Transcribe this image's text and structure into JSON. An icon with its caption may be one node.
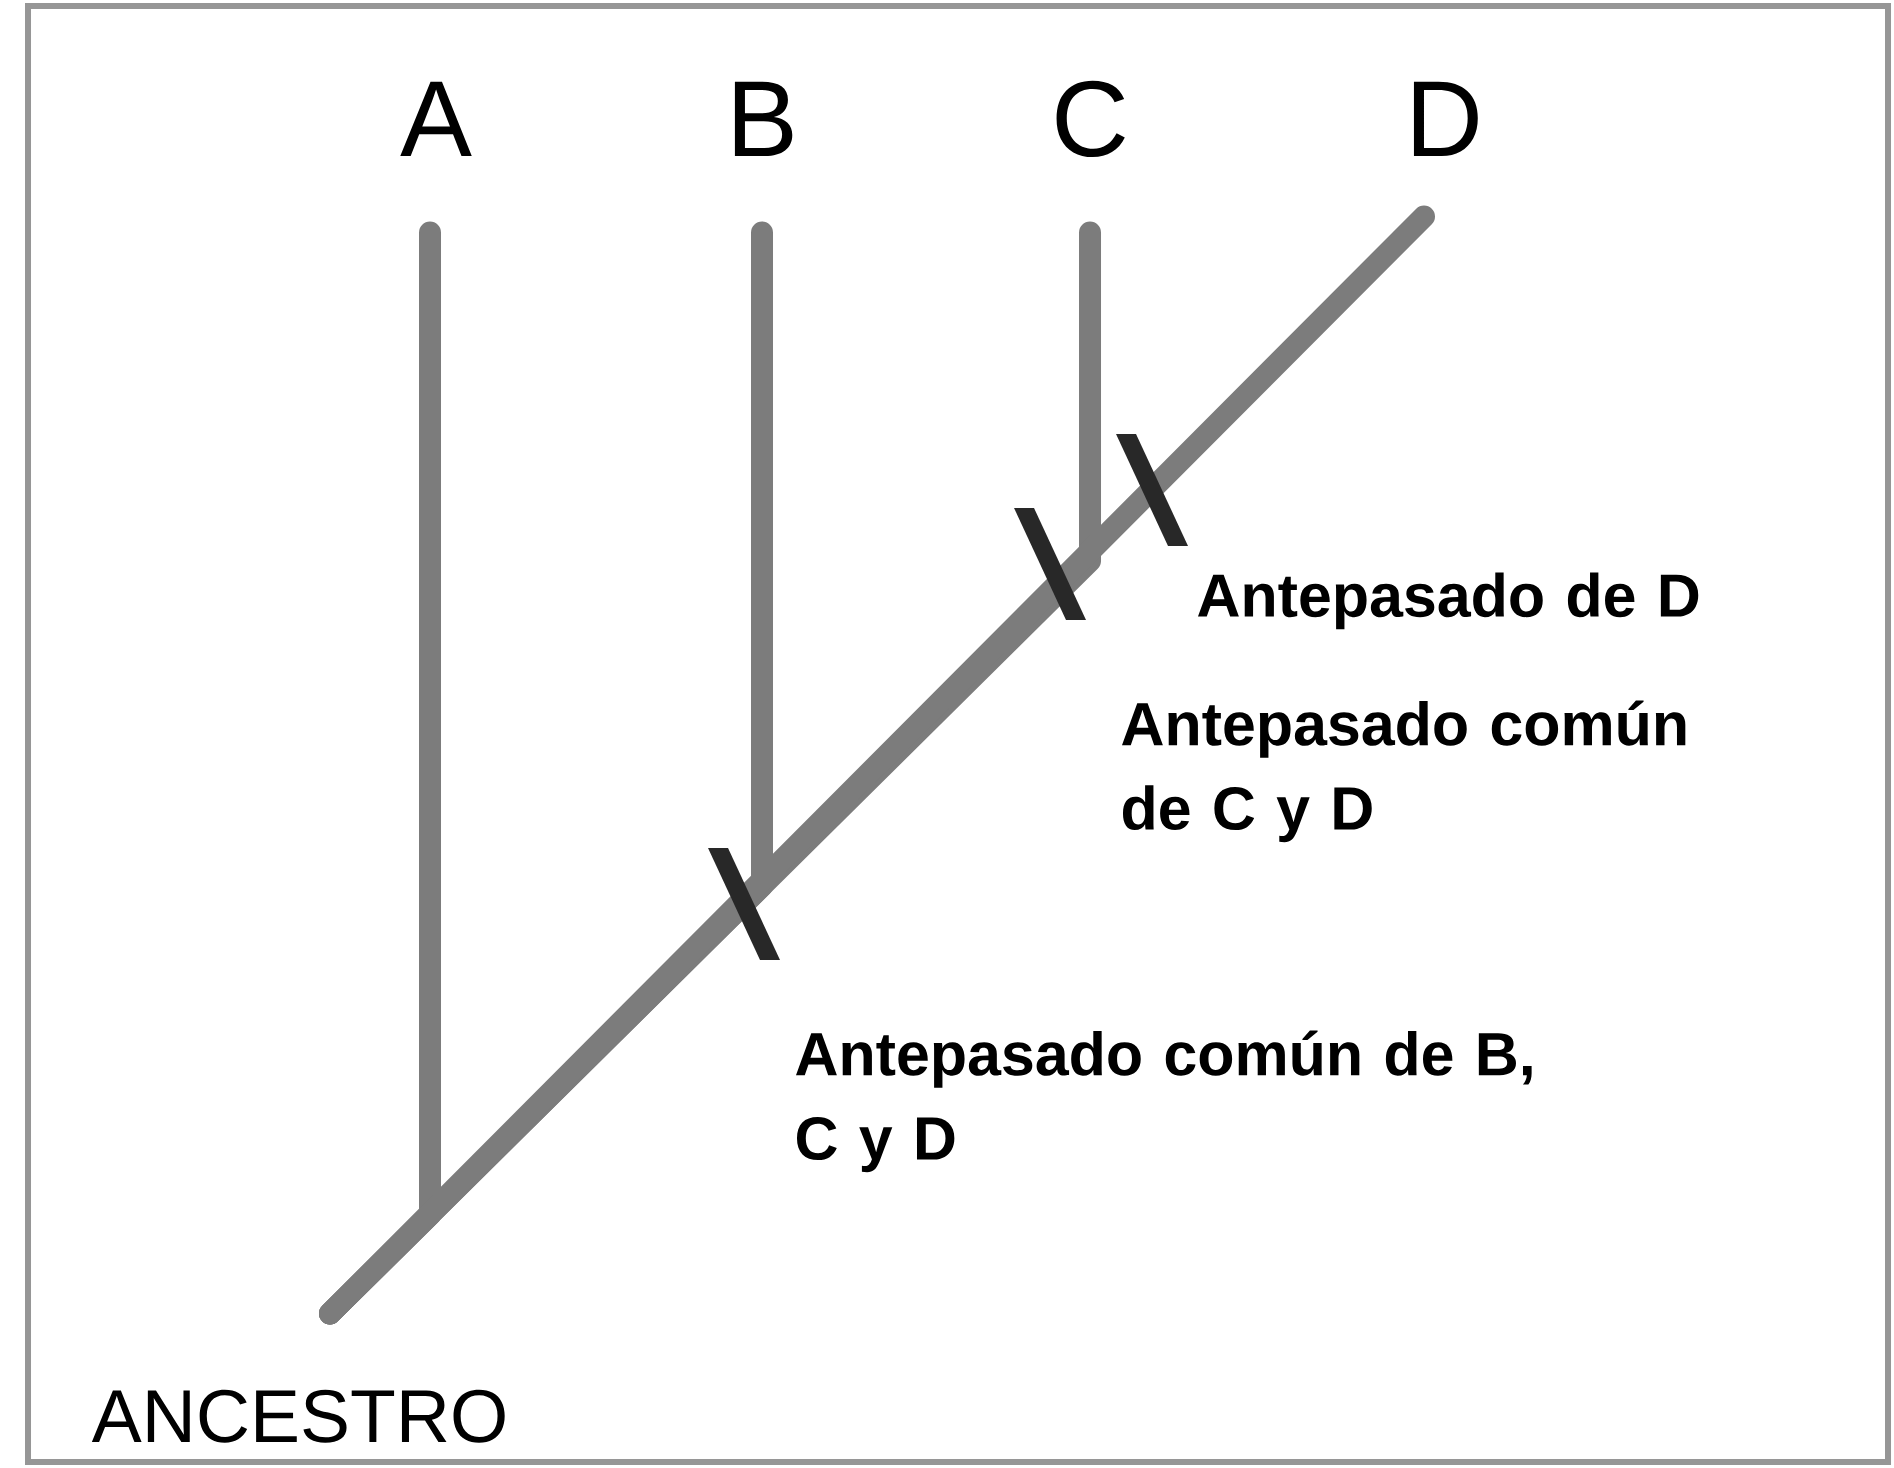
{
  "diagram": {
    "nodes": [
      {
        "text": [
          "A"
        ]
      },
      {
        "text": [
          "B"
        ]
      },
      {
        "text": [
          "C"
        ]
      },
      {
        "text": [
          "D"
        ]
      },
      {
        "text": [
          "ANCESTRO"
        ]
      }
    ],
    "edges": [
      {
        "from": 4,
        "to": 0,
        "arrow": "none"
      },
      {
        "from": 4,
        "to": 1,
        "arrow": "none"
      },
      {
        "from": 4,
        "to": 2,
        "arrow": "none"
      },
      {
        "from": 4,
        "to": 3,
        "arrow": "none"
      }
    ],
    "labels": [
      "Antepasado de D",
      "Antepasado común de C y D",
      "Antepasado común de B, C y D"
    ]
  }
}
